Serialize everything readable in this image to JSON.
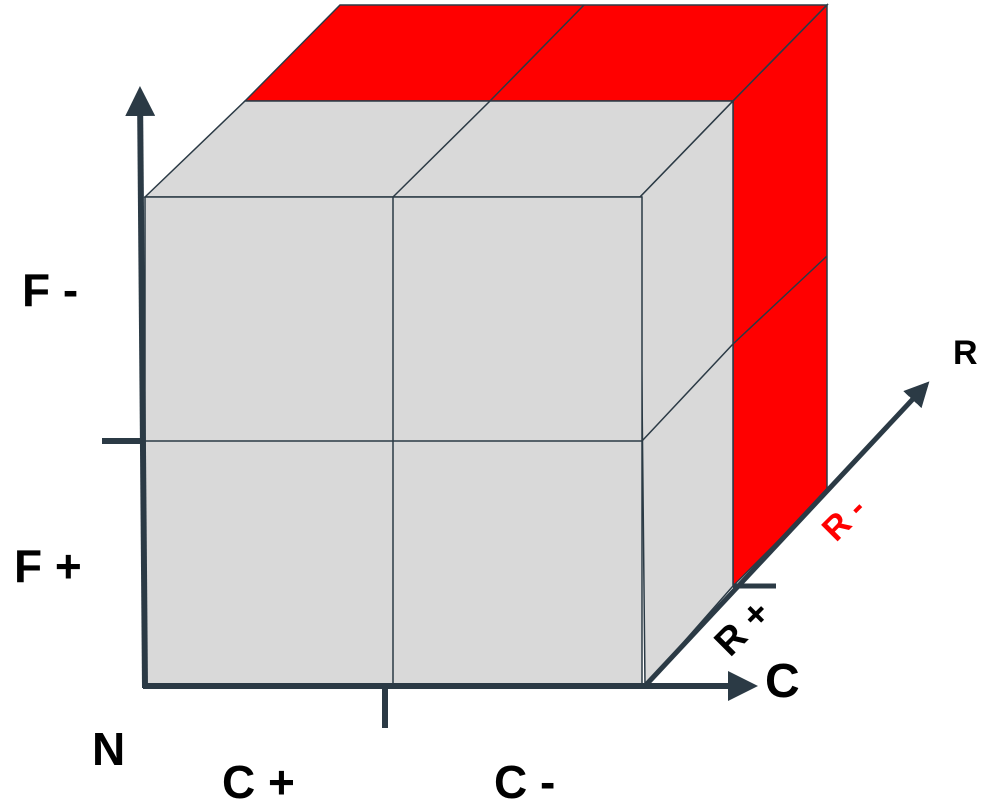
{
  "labels": {
    "f_minus": "F -",
    "f_plus": "F +",
    "n": "N",
    "c_plus": "C +",
    "c_minus": "C -",
    "c_axis": "C",
    "r_axis": "R",
    "r_plus": "R +",
    "r_minus": "R -"
  },
  "colors": {
    "front_face": "#d9d9d9",
    "top_face": "#d9d9d9",
    "red_faces": "#ff0000",
    "axis": "#2b3a45",
    "label": "#000000",
    "r_minus_label": "#ff0000"
  }
}
